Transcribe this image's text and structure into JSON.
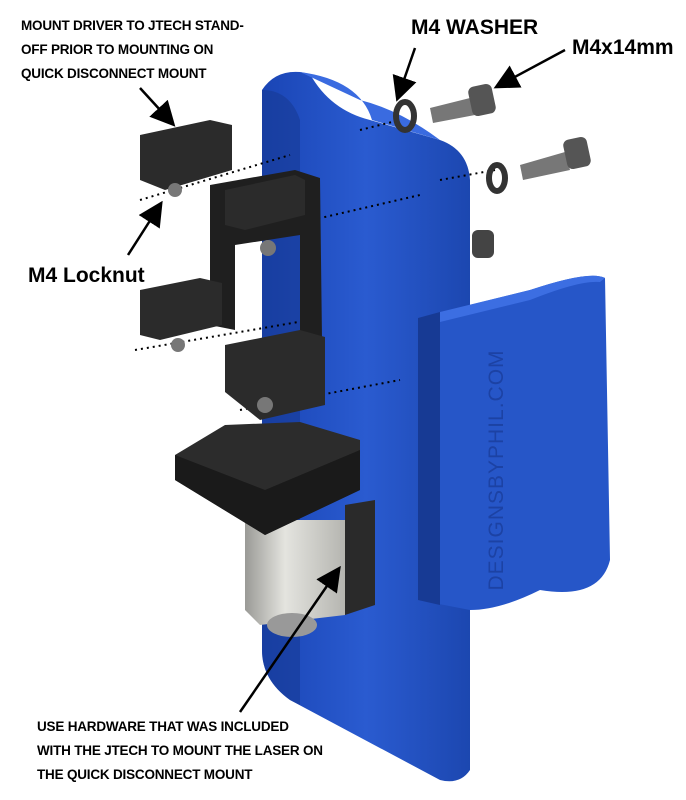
{
  "annotations": {
    "driver_note": [
      "MOUNT DRIVER TO JTECH STAND-",
      "OFF PRIOR TO MOUNTING ON",
      "QUICK DISCONNECT MOUNT"
    ],
    "washer": "M4 WASHER",
    "screw": "M4x14mm",
    "locknut": "M4 Locknut",
    "hardware_note": [
      "USE HARDWARE THAT WAS INCLUDED",
      "WITH THE JTECH TO MOUNT THE LASER ON",
      "THE QUICK DISCONNECT MOUNT"
    ]
  },
  "brand_text": "DESIGNSBYPHIL.COM",
  "colors": {
    "plate": "#2453c4",
    "plate_dark": "#173a94",
    "standoff": "#2b2b2b",
    "laser": "#c9c9c4"
  }
}
